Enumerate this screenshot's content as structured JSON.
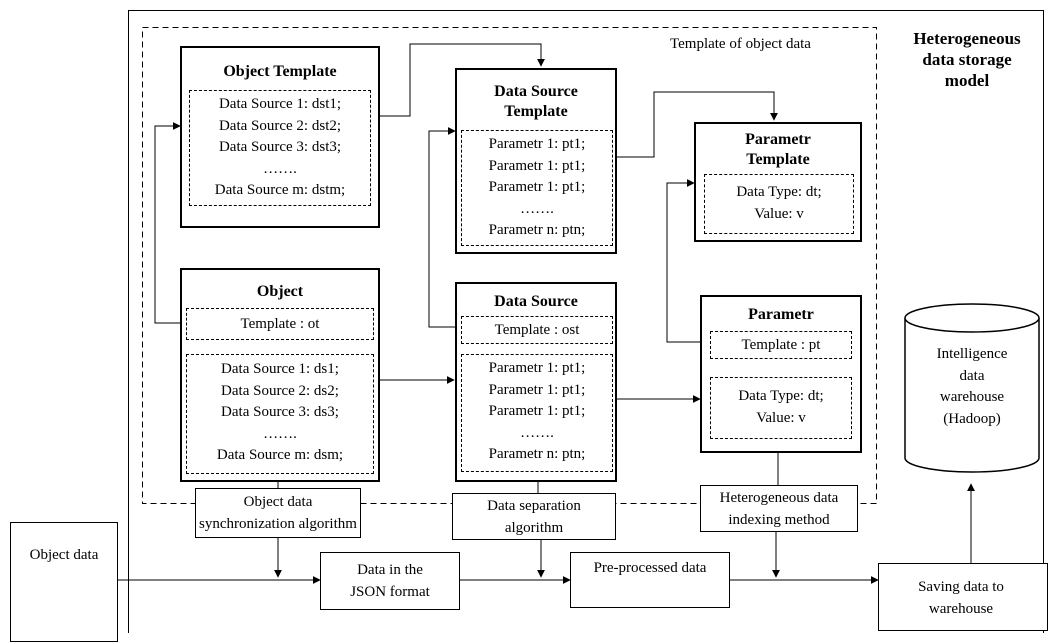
{
  "model_label": [
    "Heterogeneous",
    "data storage",
    "model"
  ],
  "template_area_label": "Template of object data",
  "object_template": {
    "title": "Object Template",
    "sources": [
      "Data Source 1: dst1;",
      "Data Source 2: dst2;",
      "Data Source 3: dst3;",
      "…….",
      "Data Source m: dstm;"
    ]
  },
  "data_source_template": {
    "title": [
      "Data Source",
      "Template"
    ],
    "params": [
      "Parametr 1: pt1;",
      "Parametr 1: pt1;",
      "Parametr 1: pt1;",
      "…….",
      "Parametr n: ptn;"
    ]
  },
  "parametr_template": {
    "title": [
      "Parametr",
      "Template"
    ],
    "fields": [
      "Data Type: dt;",
      "Value: v"
    ]
  },
  "object": {
    "title": "Object",
    "template": "Template : ot",
    "sources": [
      "Data Source 1: ds1;",
      "Data Source 2: ds2;",
      "Data Source 3: ds3;",
      "…….",
      "Data Source m: dsm;"
    ]
  },
  "data_source": {
    "title": "Data Source",
    "template": "Template : ost",
    "params": [
      "Parametr 1: pt1;",
      "Parametr 1: pt1;",
      "Parametr 1: pt1;",
      "…….",
      "Parametr n: ptn;"
    ]
  },
  "parametr": {
    "title": "Parametr",
    "template": "Template : pt",
    "fields": [
      "Data Type: dt;",
      "Value: v"
    ]
  },
  "warehouse": [
    "Intelligence",
    "data",
    "warehouse",
    "(Hadoop)"
  ],
  "algorithms": {
    "sync": [
      "Object data",
      "synchronization algorithm"
    ],
    "separation": [
      "Data separation",
      "algorithm"
    ],
    "indexing": [
      "Heterogeneous data",
      "indexing method"
    ]
  },
  "pipeline": {
    "object_data": "Object data",
    "json": [
      "Data in the",
      "JSON format"
    ],
    "preprocessed": "Pre-processed data",
    "saving": [
      "Saving data to",
      "warehouse"
    ]
  }
}
